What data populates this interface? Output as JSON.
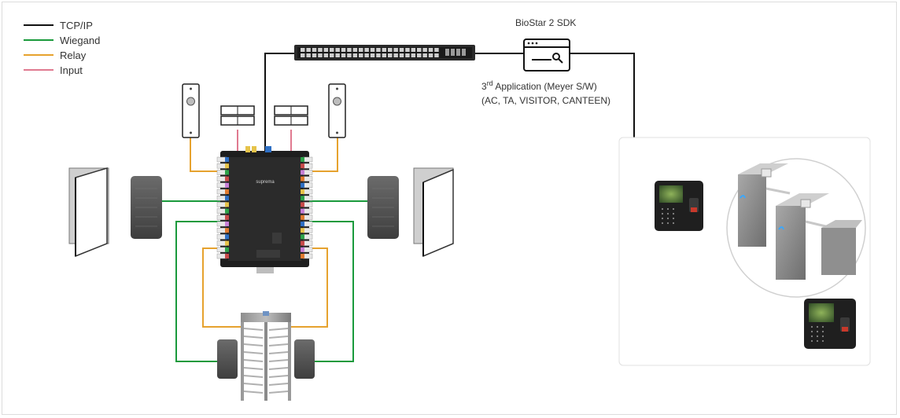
{
  "legend": [
    {
      "label": "TCP/IP",
      "color": "#111111"
    },
    {
      "label": "Wiegand",
      "color": "#1a9a3c"
    },
    {
      "label": "Relay",
      "color": "#e6a22e"
    },
    {
      "label": "Input",
      "color": "#e07a90"
    }
  ],
  "sdk_label": "BioStar 2 SDK",
  "app": {
    "superscript_prefix": "3",
    "superscript": "rd",
    "line1_rest": " Application (Meyer S/W)",
    "line2": "(AC, TA, VISITOR, CANTEEN)"
  },
  "controller_brand": "suprema",
  "colors": {
    "tcp": "#111111",
    "wiegand": "#1a9a3c",
    "relay": "#e6a22e",
    "input": "#e07a90"
  }
}
